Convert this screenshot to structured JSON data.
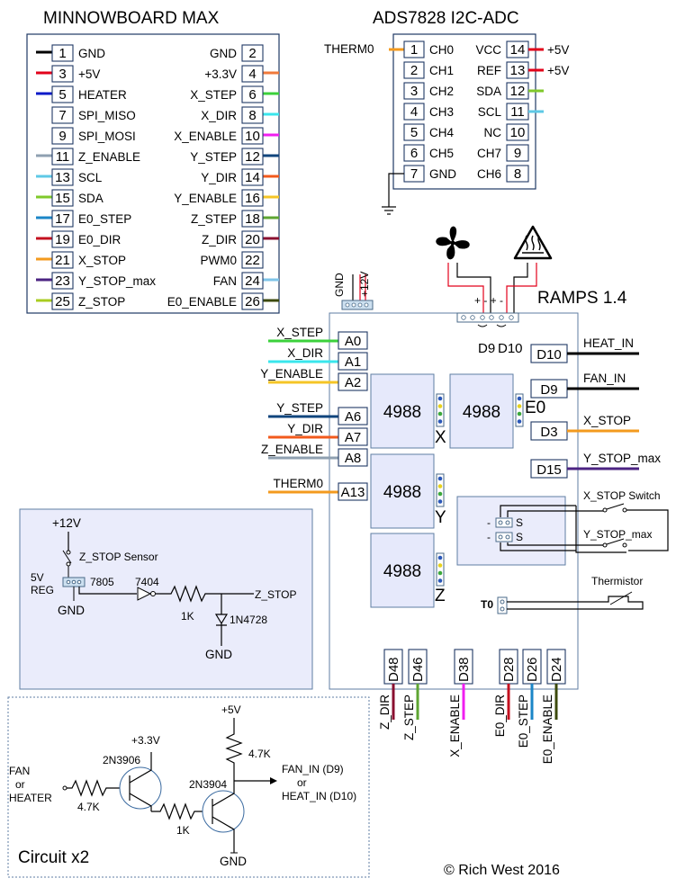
{
  "minnowboard": {
    "title": "MINNOWBOARD MAX",
    "left": [
      {
        "num": "1",
        "label": "GND",
        "color": "#000000"
      },
      {
        "num": "3",
        "label": "+5V",
        "color": "#e2001a"
      },
      {
        "num": "5",
        "label": "HEATER",
        "color": "#0a19c8"
      },
      {
        "num": "7",
        "label": "SPI_MISO",
        "color": "none"
      },
      {
        "num": "9",
        "label": "SPI_MOSI",
        "color": "none"
      },
      {
        "num": "11",
        "label": "Z_ENABLE",
        "color": "#8fa0b1"
      },
      {
        "num": "13",
        "label": "SCL",
        "color": "#5ec9e6"
      },
      {
        "num": "15",
        "label": "SDA",
        "color": "#7fc92a"
      },
      {
        "num": "17",
        "label": "E0_STEP",
        "color": "#1b86c7"
      },
      {
        "num": "19",
        "label": "E0_DIR",
        "color": "#c4101f"
      },
      {
        "num": "21",
        "label": "X_STOP",
        "color": "#f39a1e"
      },
      {
        "num": "23",
        "label": "Y_STOP_max",
        "color": "#4b2382"
      },
      {
        "num": "25",
        "label": "Z_STOP",
        "color": "#a9cc20"
      }
    ],
    "right": [
      {
        "num": "2",
        "label": "GND",
        "color": "none"
      },
      {
        "num": "4",
        "label": "+3.3V",
        "color": "#f07a3b"
      },
      {
        "num": "6",
        "label": "X_STEP",
        "color": "#3bd13b"
      },
      {
        "num": "8",
        "label": "X_DIR",
        "color": "#39e6ec"
      },
      {
        "num": "10",
        "label": "X_ENABLE",
        "color": "#f01ef0"
      },
      {
        "num": "12",
        "label": "Y_STEP",
        "color": "#10457d"
      },
      {
        "num": "14",
        "label": "Y_DIR",
        "color": "#f25a1c"
      },
      {
        "num": "16",
        "label": "Y_ENABLE",
        "color": "#f5c526"
      },
      {
        "num": "18",
        "label": "Z_STEP",
        "color": "#5ea532"
      },
      {
        "num": "20",
        "label": "Z_DIR",
        "color": "#8a1030"
      },
      {
        "num": "22",
        "label": "PWM0",
        "color": "none"
      },
      {
        "num": "24",
        "label": "FAN",
        "color": "#7ec4e8"
      },
      {
        "num": "26",
        "label": "E0_ENABLE",
        "color": "#3c4a0c"
      }
    ]
  },
  "adc": {
    "title": "ADS7828 I2C-ADC",
    "therm_label": "THERM0",
    "left": [
      {
        "num": "1",
        "label": "CH0"
      },
      {
        "num": "2",
        "label": "CH1"
      },
      {
        "num": "3",
        "label": "CH2"
      },
      {
        "num": "4",
        "label": "CH3"
      },
      {
        "num": "5",
        "label": "CH4"
      },
      {
        "num": "6",
        "label": "CH5"
      },
      {
        "num": "7",
        "label": "GND"
      }
    ],
    "right": [
      {
        "num": "14",
        "label": "VCC",
        "ext": "+5V",
        "color": "#e2001a"
      },
      {
        "num": "13",
        "label": "REF",
        "ext": "+5V",
        "color": "#e2001a"
      },
      {
        "num": "12",
        "label": "SDA",
        "ext": "",
        "color": "#7fc92a"
      },
      {
        "num": "11",
        "label": "SCL",
        "ext": "",
        "color": "#5ec9e6"
      },
      {
        "num": "10",
        "label": "NC",
        "ext": "",
        "color": "none"
      },
      {
        "num": "9",
        "label": "CH7",
        "ext": "",
        "color": "none"
      },
      {
        "num": "8",
        "label": "CH6",
        "ext": "",
        "color": "none"
      }
    ]
  },
  "ramps": {
    "title": "RAMPS 1.4",
    "power_gnd": "GND",
    "power_12v": "+12V",
    "header_marks": "+ - + -",
    "d9_label": "D9",
    "d10_label": "D10",
    "left_pins": [
      {
        "pin": "A0",
        "signal": "X_STEP",
        "color": "#3bd13b"
      },
      {
        "pin": "A1",
        "signal": "X_DIR",
        "color": "#39e6ec"
      },
      {
        "pin": "A2",
        "signal": "Y_ENABLE",
        "color": "#f5c526"
      },
      {
        "pin": "A6",
        "signal": "Y_STEP",
        "color": "#10457d"
      },
      {
        "pin": "A7",
        "signal": "Y_DIR",
        "color": "#f25a1c"
      },
      {
        "pin": "A8",
        "signal": "Z_ENABLE",
        "color": "#8fa0b1"
      },
      {
        "pin": "A13",
        "signal": "THERM0",
        "color": "#f39a1e"
      }
    ],
    "right_pins": [
      {
        "pin": "D10",
        "signal": "HEAT_IN",
        "color": "#000000"
      },
      {
        "pin": "D9",
        "signal": "FAN_IN",
        "color": "#000000"
      },
      {
        "pin": "D3",
        "signal": "X_STOP",
        "color": "#f39a1e"
      },
      {
        "pin": "D15",
        "signal": "Y_STOP_max",
        "color": "#4b2382"
      }
    ],
    "bottom_pins": [
      {
        "pin": "D48",
        "signal": "Z_DIR",
        "color": "#8a1030"
      },
      {
        "pin": "D46",
        "signal": "Z_STEP",
        "color": "#5ea532"
      },
      {
        "pin": "D38",
        "signal": "X_ENABLE",
        "color": "#f01ef0"
      },
      {
        "pin": "D28",
        "signal": "E0_DIR",
        "color": "#c4101f"
      },
      {
        "pin": "D26",
        "signal": "E0_STEP",
        "color": "#1b86c7"
      },
      {
        "pin": "D24",
        "signal": "E0_ENABLE",
        "color": "#3c4a0c"
      }
    ],
    "drivers": [
      {
        "chip": "4988",
        "axis": "X"
      },
      {
        "chip": "4988",
        "axis": "E0"
      },
      {
        "chip": "4988",
        "axis": "Y"
      },
      {
        "chip": "4988",
        "axis": "Z"
      }
    ],
    "switch_labels": [
      "X_STOP  Switch",
      "Y_STOP_max"
    ],
    "switch_pin_mark": "S",
    "t0_label": "T0",
    "thermistor_label": "Thermistor"
  },
  "zstop_circuit": {
    "v12": "+12V",
    "sensor": "Z_STOP  Sensor",
    "reg": "5V\nREG",
    "reg_line1": "5V",
    "reg_line2": "REG",
    "reg_part": "7805",
    "gnd1": "GND",
    "buffer": "7404",
    "res": "1K",
    "zener": "1N4728",
    "out": "Z_STOP",
    "gnd2": "GND"
  },
  "fan_circuit": {
    "title": "Circuit x2",
    "v33": "+3.3V",
    "v5": "+5V",
    "q1": "2N3906",
    "q2": "2N3904",
    "r1": "4.7K",
    "r2": "1K",
    "r3": "4.7K",
    "in_line1": "FAN",
    "in_line2": "or",
    "in_line3": "HEATER",
    "out_line1": "FAN_IN (D9)",
    "out_line2": "or",
    "out_line3": "HEAT_IN (D10)",
    "gnd": "GND"
  },
  "copyright": "© Rich West 2016"
}
